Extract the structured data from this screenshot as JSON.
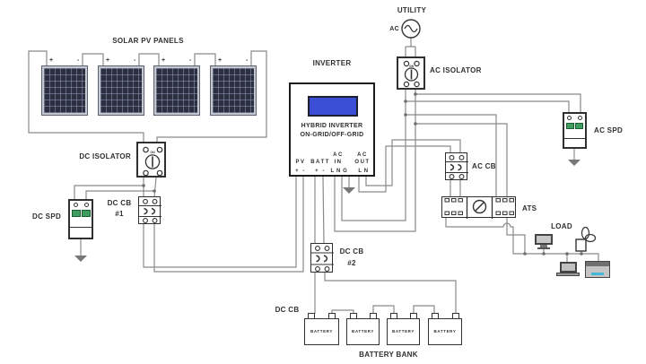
{
  "solar": {
    "title": "SOLAR PV PANELS",
    "plus": "+",
    "minus": "-"
  },
  "dc_side": {
    "isolator_label": "DC ISOLATOR",
    "isolator_switch": "ON",
    "spd_label": "DC SPD",
    "cb1_label": "DC CB",
    "cb1_number": "#1",
    "cb2_label": "DC CB",
    "cb2_number": "#2",
    "battery_cb_label": "DC CB"
  },
  "inverter": {
    "title": "INVERTER",
    "display_line1": "HYBRID INVERTER",
    "display_line2": "ON-GRID/OFF-GRID",
    "terminals": {
      "pv": "PV",
      "batt": "BATT",
      "ac_in_line1": "AC",
      "ac_in_line2": "IN",
      "ac_out_line1": "AC",
      "ac_out_line2": "OUT",
      "pv_marks": "+ -",
      "batt_marks": "+ -",
      "ac_in_marks": "L N G",
      "ac_out_marks": "L N"
    }
  },
  "ac_side": {
    "utility_label": "UTILITY",
    "source_label": "AC",
    "isolator_label": "AC ISOLATOR",
    "isolator_switch": "ON",
    "spd_label": "AC SPD",
    "cb_label": "AC CB",
    "ats_label": "ATS",
    "load_label": "LOAD"
  },
  "battery_bank": {
    "title": "BATTERY BANK",
    "battery_label": "BATTERY"
  },
  "colors": {
    "wire": "#8a8a8a",
    "outline": "#2f2f2f",
    "spd_green": "#3f9e5f",
    "screen_blue": "#3a4fd4",
    "panel_dark": "#2b2f40",
    "device_accent": "#45b8d8"
  }
}
